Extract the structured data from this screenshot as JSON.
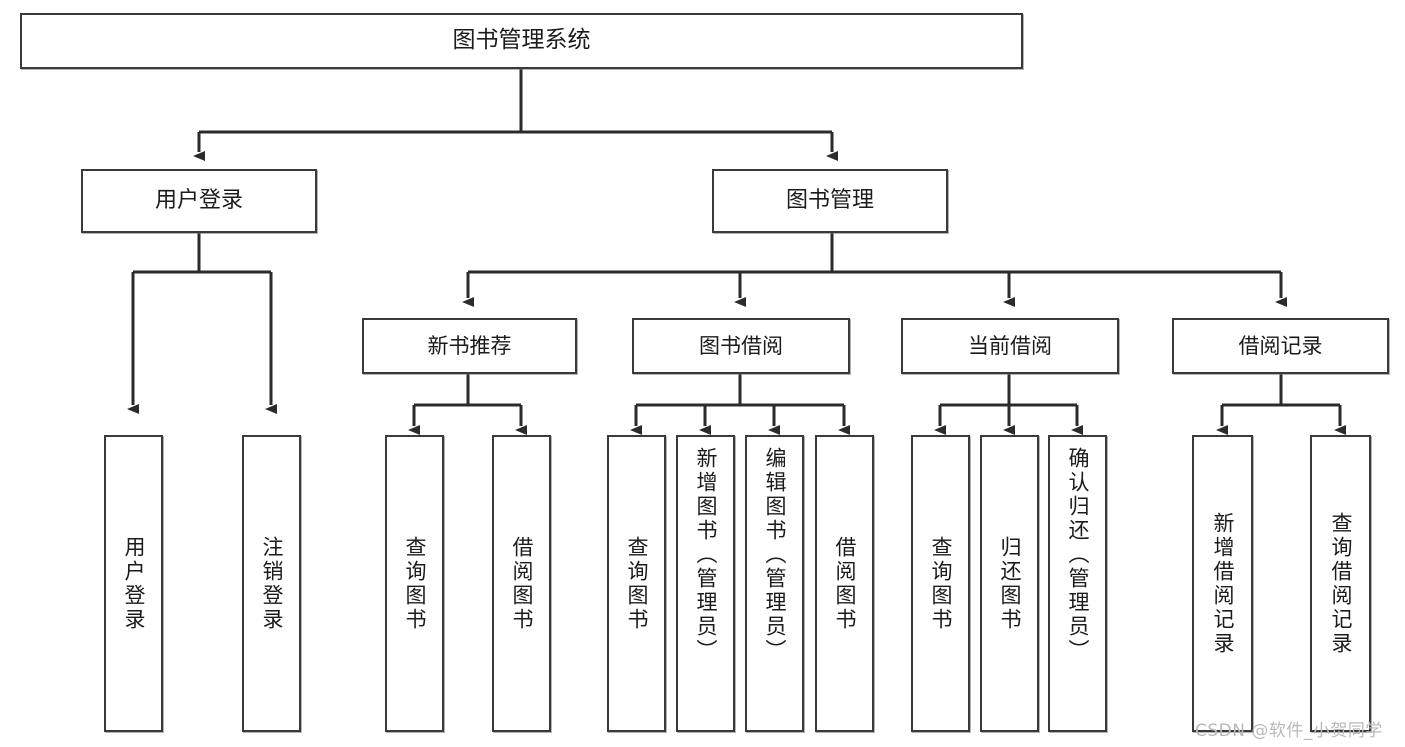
{
  "diagram": {
    "title": "图书管理系统",
    "type": "hierarchy-tree",
    "watermark": "CSDN @软件_小贺同学",
    "colors": {
      "box_border": "#3a3a3a",
      "box_fill": "#ffffff",
      "connector": "#2b2b2b",
      "text": "#1b1b1b",
      "watermark": "#b9b9b9"
    },
    "root": {
      "label": "图书管理系统"
    },
    "level_two": [
      {
        "label": "用户登录"
      },
      {
        "label": "图书管理"
      }
    ],
    "level_three": [
      {
        "label": "新书推荐"
      },
      {
        "label": "图书借阅"
      },
      {
        "label": "当前借阅"
      },
      {
        "label": "借阅记录"
      }
    ],
    "leaves": {
      "user_login": [
        {
          "label": "用户登录"
        },
        {
          "label": "注销登录"
        }
      ],
      "new_book_recommend": [
        {
          "label": "查询图书"
        },
        {
          "label": "借阅图书"
        }
      ],
      "book_borrow": [
        {
          "label": "查询图书"
        },
        {
          "label": "新增图书（管理员）"
        },
        {
          "label": "编辑图书（管理员）"
        },
        {
          "label": "借阅图书"
        }
      ],
      "current_borrow": [
        {
          "label": "查询图书"
        },
        {
          "label": "归还图书"
        },
        {
          "label": "确认归还（管理员）"
        }
      ],
      "borrow_record": [
        {
          "label": "新增借阅记录"
        },
        {
          "label": "查询借阅记录"
        }
      ]
    }
  }
}
